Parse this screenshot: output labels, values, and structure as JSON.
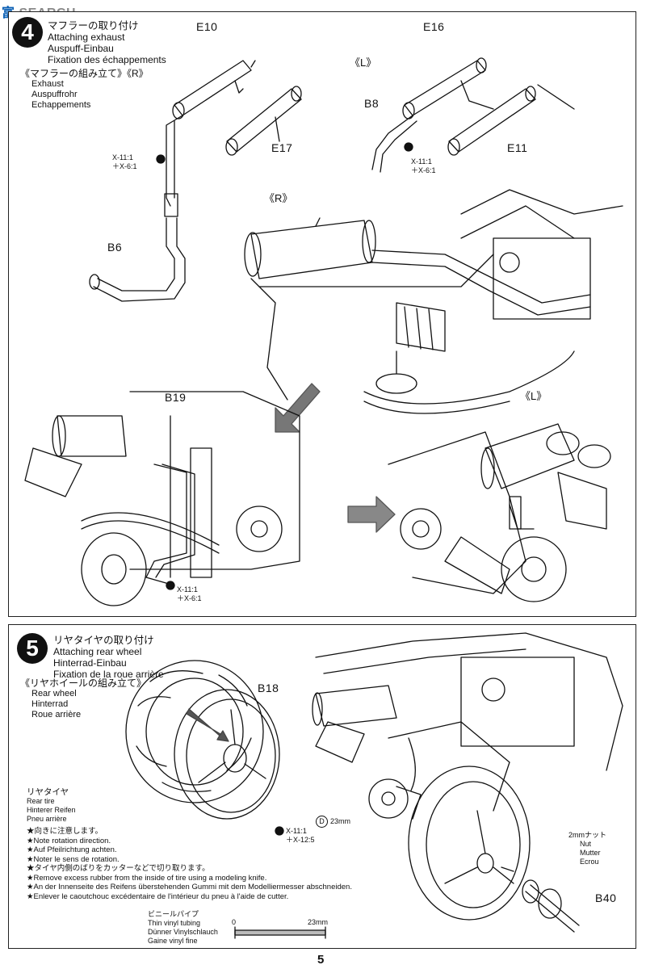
{
  "watermark": {
    "logo": "富",
    "text": "SEARCH"
  },
  "step4": {
    "number": "4",
    "title_jp": "マフラーの取り付け",
    "title_en": "Attaching exhaust",
    "title_de": "Auspuff-Einbau",
    "title_fr": "Fixation des échappements",
    "sub_jp": "《マフラーの組み立て》《R》",
    "sub_en": "Exhaust",
    "sub_de": "Auspuffrohr",
    "sub_fr": "Echappements",
    "label_L_top": "《L》",
    "label_R_mid": "《R》",
    "label_L_low": "《L》",
    "parts": {
      "e10": "E10",
      "e17": "E17",
      "e16": "E16",
      "e11": "E11",
      "b8": "B8",
      "b6": "B6",
      "b19": "B19"
    },
    "screws": {
      "r_a": "X-11:1",
      "r_b": "＋X-6:1",
      "l_a": "X-11:1",
      "l_b": "＋X-6:1",
      "b19_a": "X-11:1",
      "b19_b": "＋X-6:1"
    }
  },
  "step5": {
    "number": "5",
    "title_jp": "リヤタイヤの取り付け",
    "title_en": "Attaching rear wheel",
    "title_de": "Hinterrad-Einbau",
    "title_fr": "Fixation de la roue arrière",
    "sub_jp": "《リヤホイールの組み立て》",
    "sub_en": "Rear wheel",
    "sub_de": "Hinterrad",
    "sub_fr": "Roue arrière",
    "b18": "B18",
    "tire_jp": "リヤタイヤ",
    "tire_en": "Rear tire",
    "tire_de": "Hinterer Reifen",
    "tire_fr": "Pneu arrière",
    "notes": [
      "★向きに注意します。",
      "★Note rotation direction.",
      "★Auf Pfeilrichtung achten.",
      "★Noter le sens de rotation.",
      "★タイヤ内側のばりをカッターなどで切り取ります。",
      "★Remove excess rubber from the inside of tire using a modeling knife.",
      "★An der Innenseite des Reifens überstehenden Gummi mit dem Modelliermesser abschneiden.",
      "★Enlever le caoutchouc excédentaire de l'intérieur du pneu à l'aide de cutter."
    ],
    "screw_a": "X-11:1",
    "screw_b": "＋X-12:5",
    "tube_letter": "D",
    "tube_len": "23mm",
    "nut_jp": "2mmナット",
    "nut_en": "Nut",
    "nut_de": "Mutter",
    "nut_fr": "Ecrou",
    "b40": "B40",
    "vinyl_jp": "ビニールパイプ",
    "vinyl_en": "Thin vinyl tubing",
    "vinyl_de": "Dünner Vinylschlauch",
    "vinyl_fr": "Gaine vinyl fine",
    "scale_zero": "0",
    "scale_len": "23mm"
  },
  "page_number": "5"
}
